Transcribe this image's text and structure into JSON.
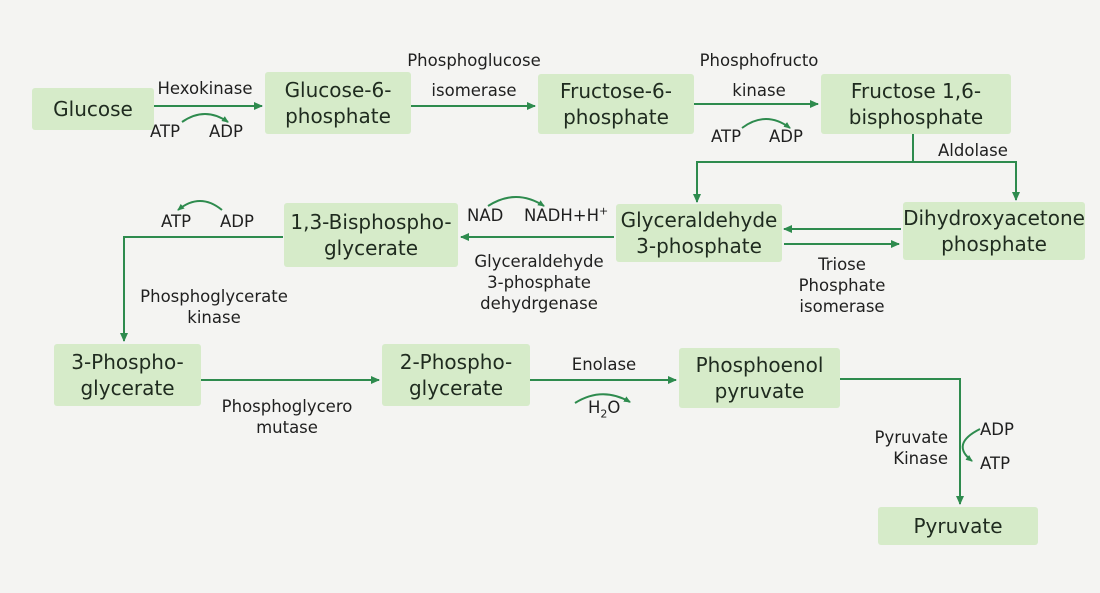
{
  "colors": {
    "node_fill": "#d6ebc9",
    "arrow": "#2e8b4e",
    "background": "#f4f4f2"
  },
  "nodes": {
    "glucose": "Glucose",
    "glucose_6_phosphate": "Glucose-6-\nphosphate",
    "fructose_6_phosphate": "Fructose-6-\nphosphate",
    "fructose_1_6_bisphosphate": "Fructose 1,6-\nbisphosphate",
    "glyceraldehyde_3_phosphate": "Glyceraldehyde\n3-phosphate",
    "dihydroxyacetone_phosphate": "Dihydroxyacetone\nphosphate",
    "bisphosphoglycerate_1_3": "1,3-Bisphospho-\nglycerate",
    "phosphoglycerate_3": "3-Phospho-\nglycerate",
    "phosphoglycerate_2": "2-Phospho-\nglycerate",
    "phosphoenol_pyruvate": "Phosphoenol\npyruvate",
    "pyruvate": "Pyruvate"
  },
  "enzymes": {
    "hexokinase": "Hexokinase",
    "phosphoglucose_isomerase": "Phosphoglucose\nisomerase",
    "phosphofructo_kinase": "Phosphofructo\nkinase",
    "aldolase": "Aldolase",
    "triose_phosphate_isomerase": "Triose\nPhosphate\nisomerase",
    "g3p_dehydrogenase": "Glyceraldehyde\n3-phosphate\ndehydrgenase",
    "phosphoglycerate_kinase": "Phosphoglycerate\nkinase",
    "phosphoglycero_mutase": "Phosphoglycero\nmutase",
    "enolase": "Enolase",
    "pyruvate_kinase": "Pyruvate\nKinase"
  },
  "cofactors": {
    "hexokinase_in": "ATP",
    "hexokinase_out": "ADP",
    "pfk_in": "ATP",
    "pfk_out": "ADP",
    "g3pdh_in": "NAD",
    "g3pdh_out_base": "NADH+H",
    "g3pdh_out_sup": "+",
    "pgk_out": "ATP",
    "pgk_in": "ADP",
    "enolase_water_h": "H",
    "enolase_water_sub": "2",
    "enolase_water_o": "O",
    "pk_in": "ADP",
    "pk_out": "ATP"
  }
}
